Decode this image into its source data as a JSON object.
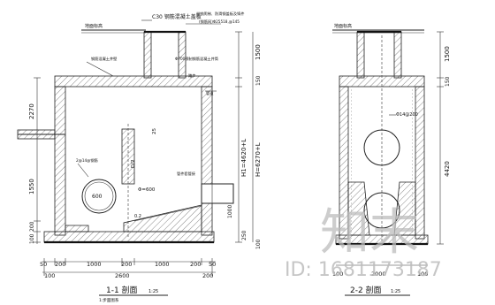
{
  "left_view": {
    "labels": {
      "ground_line_1": "地面标高",
      "concrete_note": "C30 钢筋混凝土盖板",
      "well_cover_note": "带铁爬梯、防滑钢盖板及铸件",
      "mesh_note": "(钢筋网)Φ25518,@145",
      "wall_note": "钢筋混凝土井壁",
      "manhole_note": "Φ700预制钢筋混凝土井筒",
      "step_note": "踏步",
      "pipe_note": "管道",
      "hatch_note_1": "2@14@钢筋",
      "pipe_size": "600",
      "pipe_size_2": "Φ=600",
      "section_note": "管件套管接",
      "slope": "0.2",
      "d_half": "D/2",
      "dim_25": "25"
    },
    "dims_left": [
      "2270",
      "1550",
      "100",
      "200"
    ],
    "dims_right_top": "1500",
    "dims_right_mid_a": "150",
    "dims_right_mid_b": "H1=4620+L",
    "dims_right_mid_c": "H=6270+L",
    "dims_right_low_a": "1000",
    "dims_right_low_b": "250",
    "dims_right_low_c": "100",
    "dims_bottom_1": [
      "50",
      "200",
      "1000",
      "200",
      "1000",
      "200",
      "50"
    ],
    "dims_bottom_2": [
      "100",
      "2600",
      "200"
    ],
    "title": "1-1 剖面",
    "title_scale": "1:25",
    "subtitle": "1:步面图系"
  },
  "right_view": {
    "labels": {
      "ground_line": "地面标高",
      "rebar_note": "Φ14@200"
    },
    "dims_right": [
      "1500",
      "150",
      "4420"
    ],
    "dims_bottom": [
      "100",
      "2000",
      "100"
    ],
    "title": "2-2 剖面",
    "title_scale": "1:25"
  },
  "watermark": {
    "text": "知末",
    "id_text": "ID: 1681173187"
  }
}
